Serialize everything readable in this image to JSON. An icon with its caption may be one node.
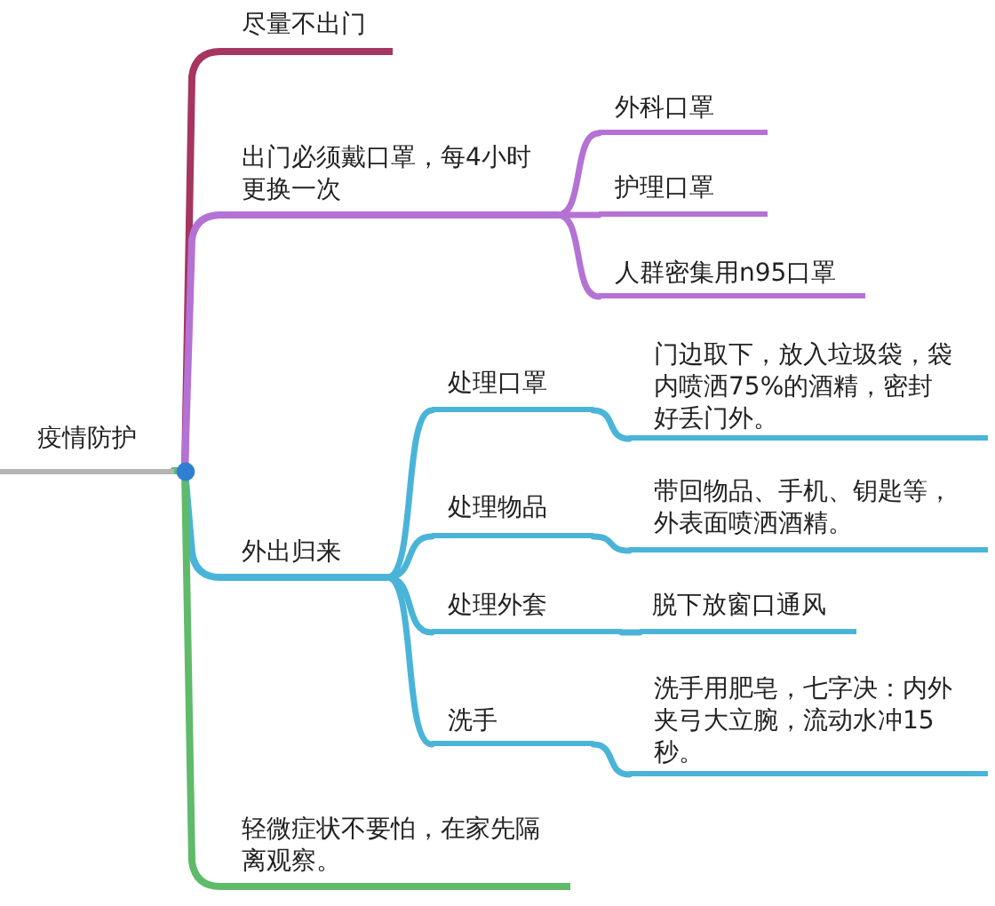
{
  "diagram": {
    "nodes": [
      {
        "text": [
          "疫情防护"
        ]
      },
      {
        "text": [
          "尽量不出门"
        ]
      },
      {
        "text": [
          "出门必须戴口罩，每4小时更换一次"
        ]
      },
      {
        "text": [
          "外科口罩"
        ]
      },
      {
        "text": [
          "护理口罩"
        ]
      },
      {
        "text": [
          "人群密集用n95口罩"
        ]
      },
      {
        "text": [
          "外出归来"
        ]
      },
      {
        "text": [
          "处理口罩"
        ]
      },
      {
        "text": [
          "门边取下，放入垃圾袋，袋内喷洒75%的酒精，密封好丢门外。"
        ]
      },
      {
        "text": [
          "处理物品"
        ]
      },
      {
        "text": [
          "带回物品、手机、钥匙等，外表面喷洒酒精。"
        ]
      },
      {
        "text": [
          "处理外套"
        ]
      },
      {
        "text": [
          "脱下放窗口通风"
        ]
      },
      {
        "text": [
          "洗手"
        ]
      },
      {
        "text": [
          "洗手用肥皂，七字决：内外夹弓大立腕，流动水冲15秒。"
        ]
      },
      {
        "text": [
          "轻微症状不要怕，在家先隔离观察。"
        ]
      }
    ],
    "edges": [
      {
        "from": 0,
        "to": 1,
        "arrow": "none",
        "color": "#a5365f"
      },
      {
        "from": 0,
        "to": 2,
        "arrow": "none",
        "color": "#b472d4"
      },
      {
        "from": 2,
        "to": 3,
        "arrow": "none",
        "color": "#b472d4"
      },
      {
        "from": 2,
        "to": 4,
        "arrow": "none",
        "color": "#b472d4"
      },
      {
        "from": 2,
        "to": 5,
        "arrow": "none",
        "color": "#b472d4"
      },
      {
        "from": 0,
        "to": 6,
        "arrow": "none"
      },
      {
        "from": 6,
        "to": 7,
        "arrow": "none"
      },
      {
        "from": 7,
        "to": 8,
        "arrow": "none"
      },
      {
        "from": 6,
        "to": 9,
        "arrow": "none"
      },
      {
        "from": 9,
        "to": 10,
        "arrow": "none"
      },
      {
        "from": 6,
        "to": 11,
        "arrow": "none"
      },
      {
        "from": 11,
        "to": 12,
        "arrow": "none"
      },
      {
        "from": 6,
        "to": 13,
        "arrow": "none"
      },
      {
        "from": 13,
        "to": 14,
        "arrow": "none"
      },
      {
        "from": 0,
        "to": 15,
        "arrow": "none",
        "color": "#5fba6a"
      }
    ]
  }
}
